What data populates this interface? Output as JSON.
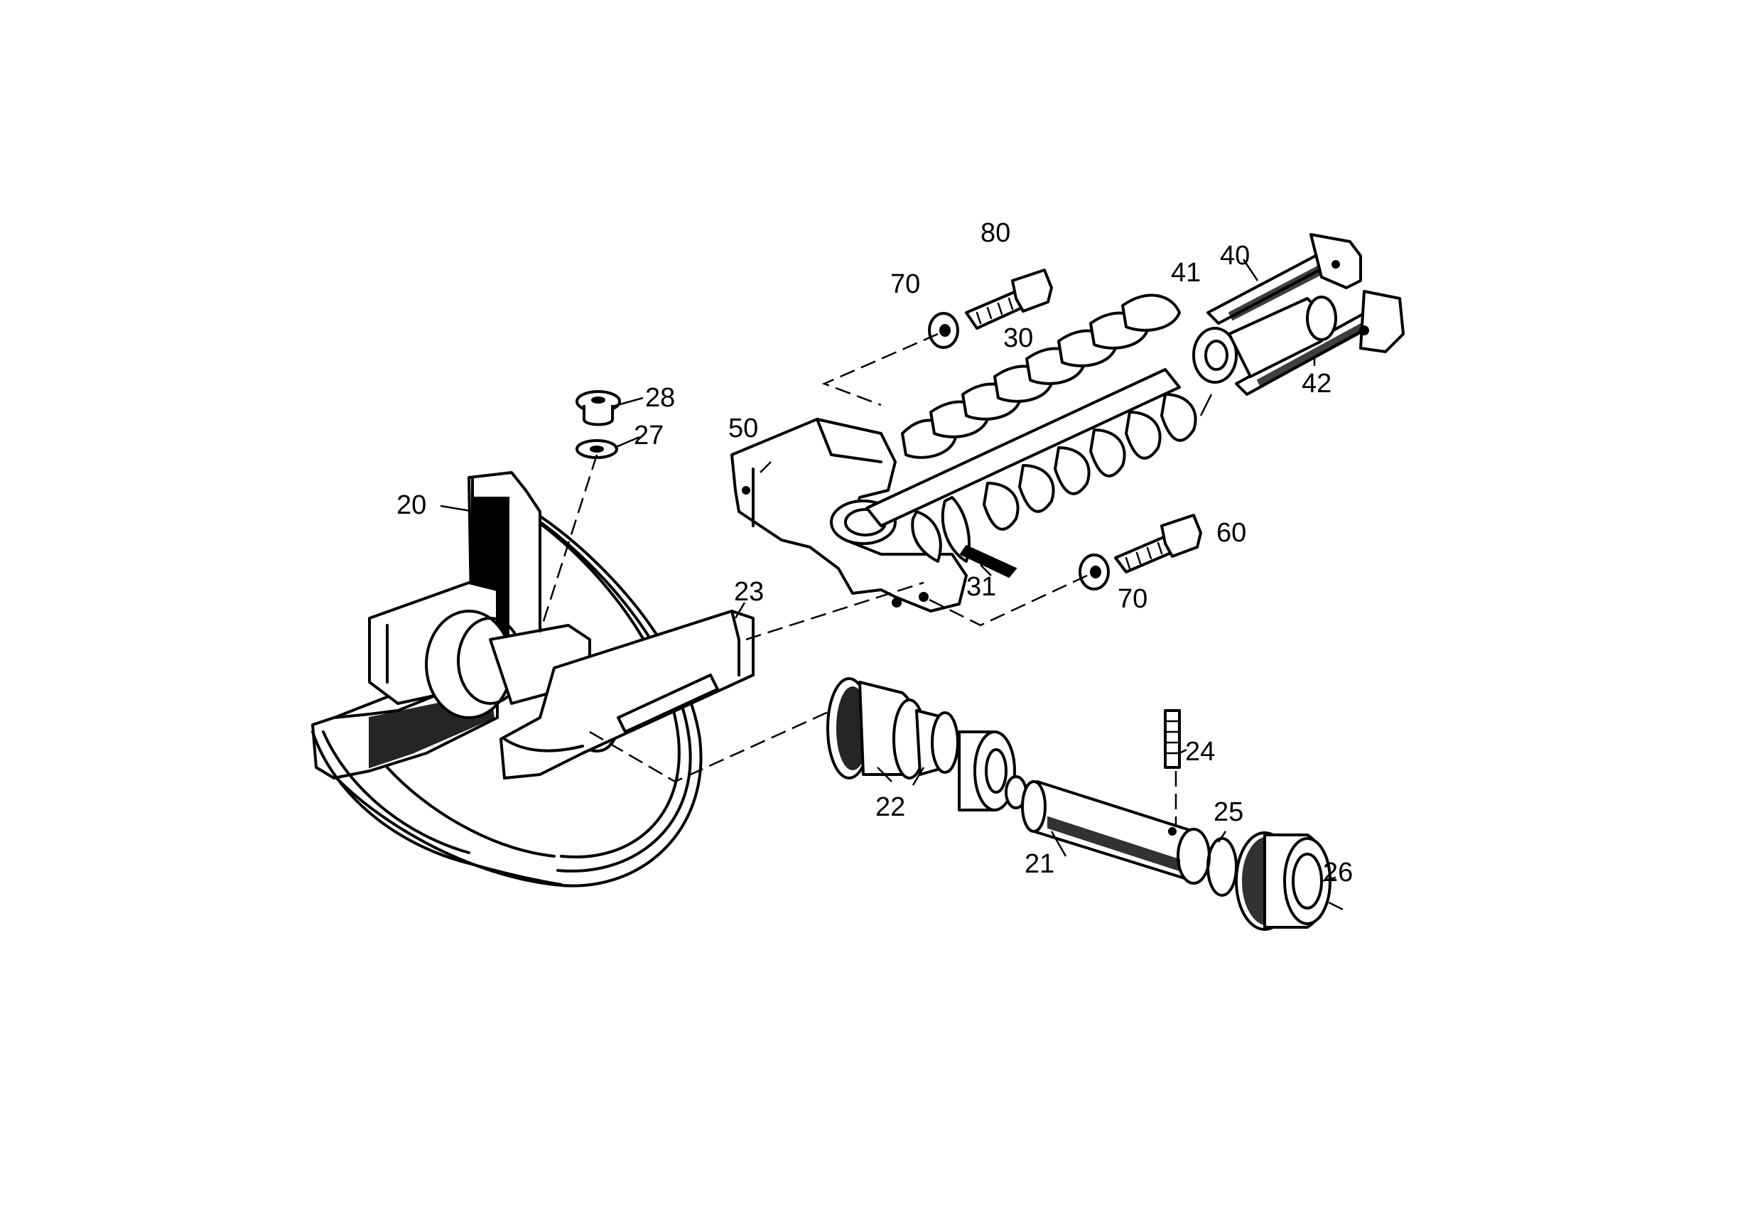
{
  "callouts": {
    "20": "20",
    "21": "21",
    "22": "22",
    "23": "23",
    "24": "24",
    "25": "25",
    "26": "26",
    "27": "27",
    "28": "28",
    "30": "30",
    "31": "31",
    "40": "40",
    "41": "41",
    "42": "42",
    "50": "50",
    "60": "60",
    "70_top": "70",
    "70_bottom": "70",
    "80": "80"
  }
}
